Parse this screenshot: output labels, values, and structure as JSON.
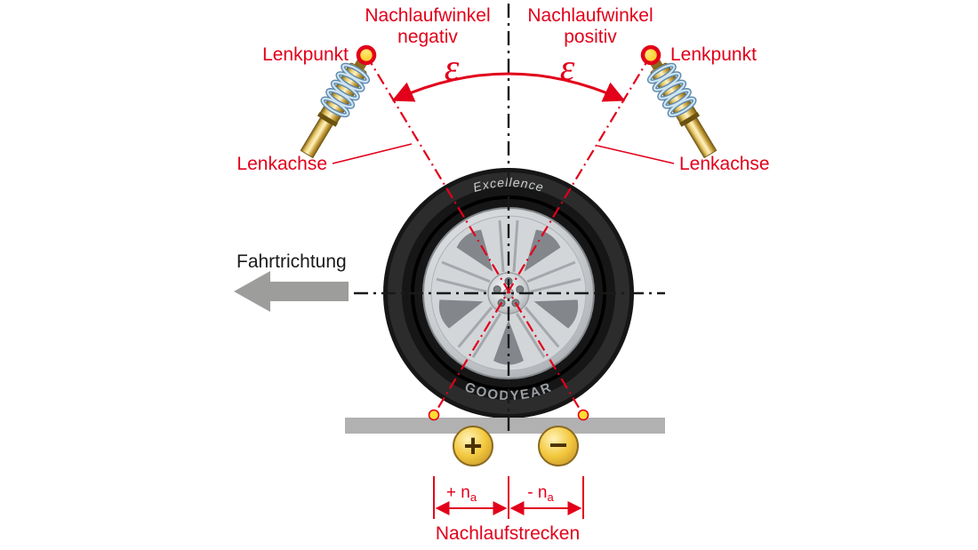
{
  "diagram": {
    "labels": {
      "caster_title": "Nachlaufwinkel",
      "negativ": "negativ",
      "positiv": "positiv",
      "epsilon": "ε",
      "lenkpunkt": "Lenkpunkt",
      "lenkachse": "Lenkachse",
      "fahrtrichtung": "Fahrtrichtung",
      "plus_sign": "+",
      "minus_sign": "−",
      "trail_plus": "+ n",
      "trail_minus": "- n",
      "trail_subscript": "a",
      "nachlaufstrecken": "Nachlaufstrecken",
      "tire_brand_top": "Excellence",
      "tire_brand_bottom": "GOODYEAR"
    },
    "colors": {
      "accent_red": "#e2001a",
      "ground_gray": "#b1b1b1",
      "direction_arrow_gray": "#9d9d9c",
      "coin_gold": "#f3c83e",
      "strut_gold": "#e8c96a",
      "lenkpunkt_yellow": "#ffd200"
    }
  }
}
